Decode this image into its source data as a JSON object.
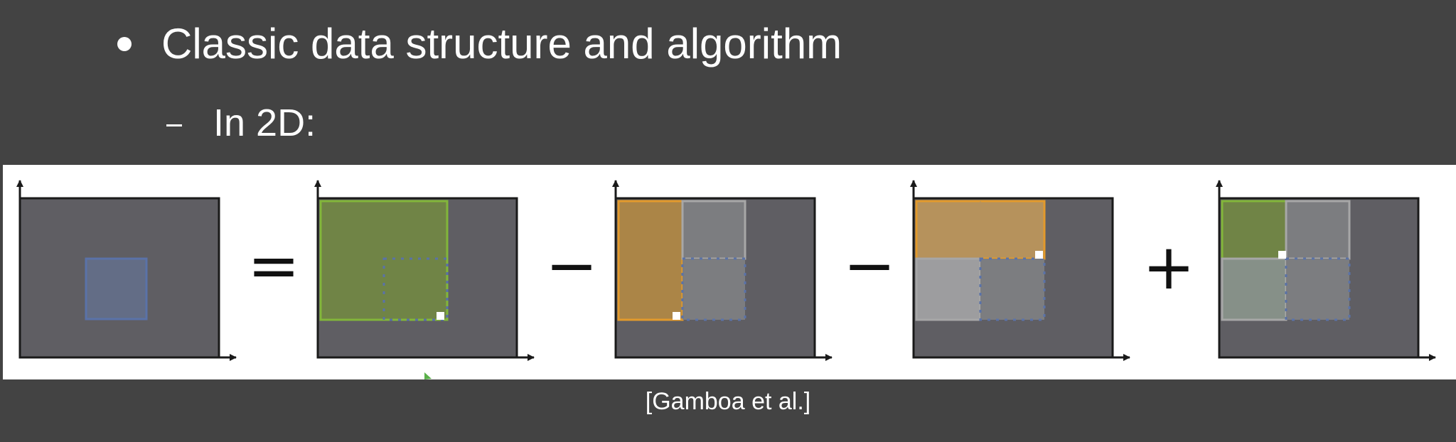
{
  "slide": {
    "bullet_text": "Classic data structure and algorithm",
    "sub_bullet_text": "In 2D:",
    "caption": "[Gamboa et al.]"
  },
  "diagram": {
    "operators": [
      "=",
      "−",
      "−",
      "+"
    ],
    "colors": {
      "panel_fill": "#5f5e63",
      "axis": "#1a1a1a",
      "query_blue": "#5a72a8",
      "query_fill": "#636d86",
      "green": "#82b63a",
      "green_fill": "#708446",
      "orange": "#e39a2c",
      "orange_fill": "#ab8547",
      "orange_fill_light": "#b6925c",
      "gray": "#a7a7a7",
      "gray_fill": "#7c7d80",
      "light_gray_fill": "#9d9d9f",
      "green_gray_fill": "#869088",
      "marker": "#ffffff"
    }
  }
}
